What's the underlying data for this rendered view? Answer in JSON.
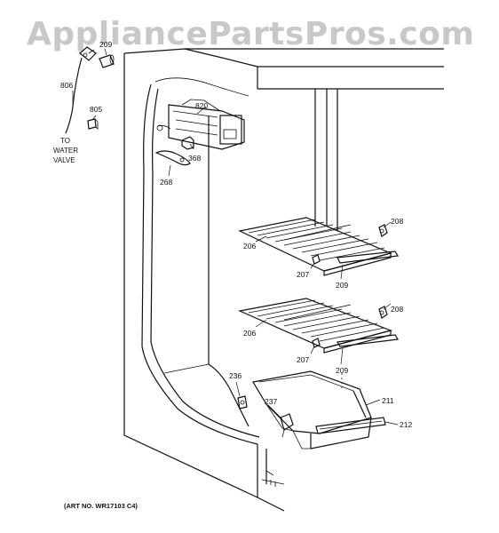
{
  "watermark": "AppliancePartsPros.com",
  "labels": {
    "p209_top": "209",
    "p806": "806",
    "p805": "805",
    "p820": "820",
    "p368": "368",
    "p268": "268",
    "p208_upper": "208",
    "p206_upper": "206",
    "p207_upper": "207",
    "p209_upper": "209",
    "p208_lower": "208",
    "p206_lower": "206",
    "p207_lower": "207",
    "p209_lower": "209",
    "p236": "236",
    "p237": "237",
    "p211": "211",
    "p212": "212"
  },
  "water_note": [
    "TO",
    "WATER",
    "VALVE"
  ],
  "art_no": "(ART NO. WR17103 C4)"
}
